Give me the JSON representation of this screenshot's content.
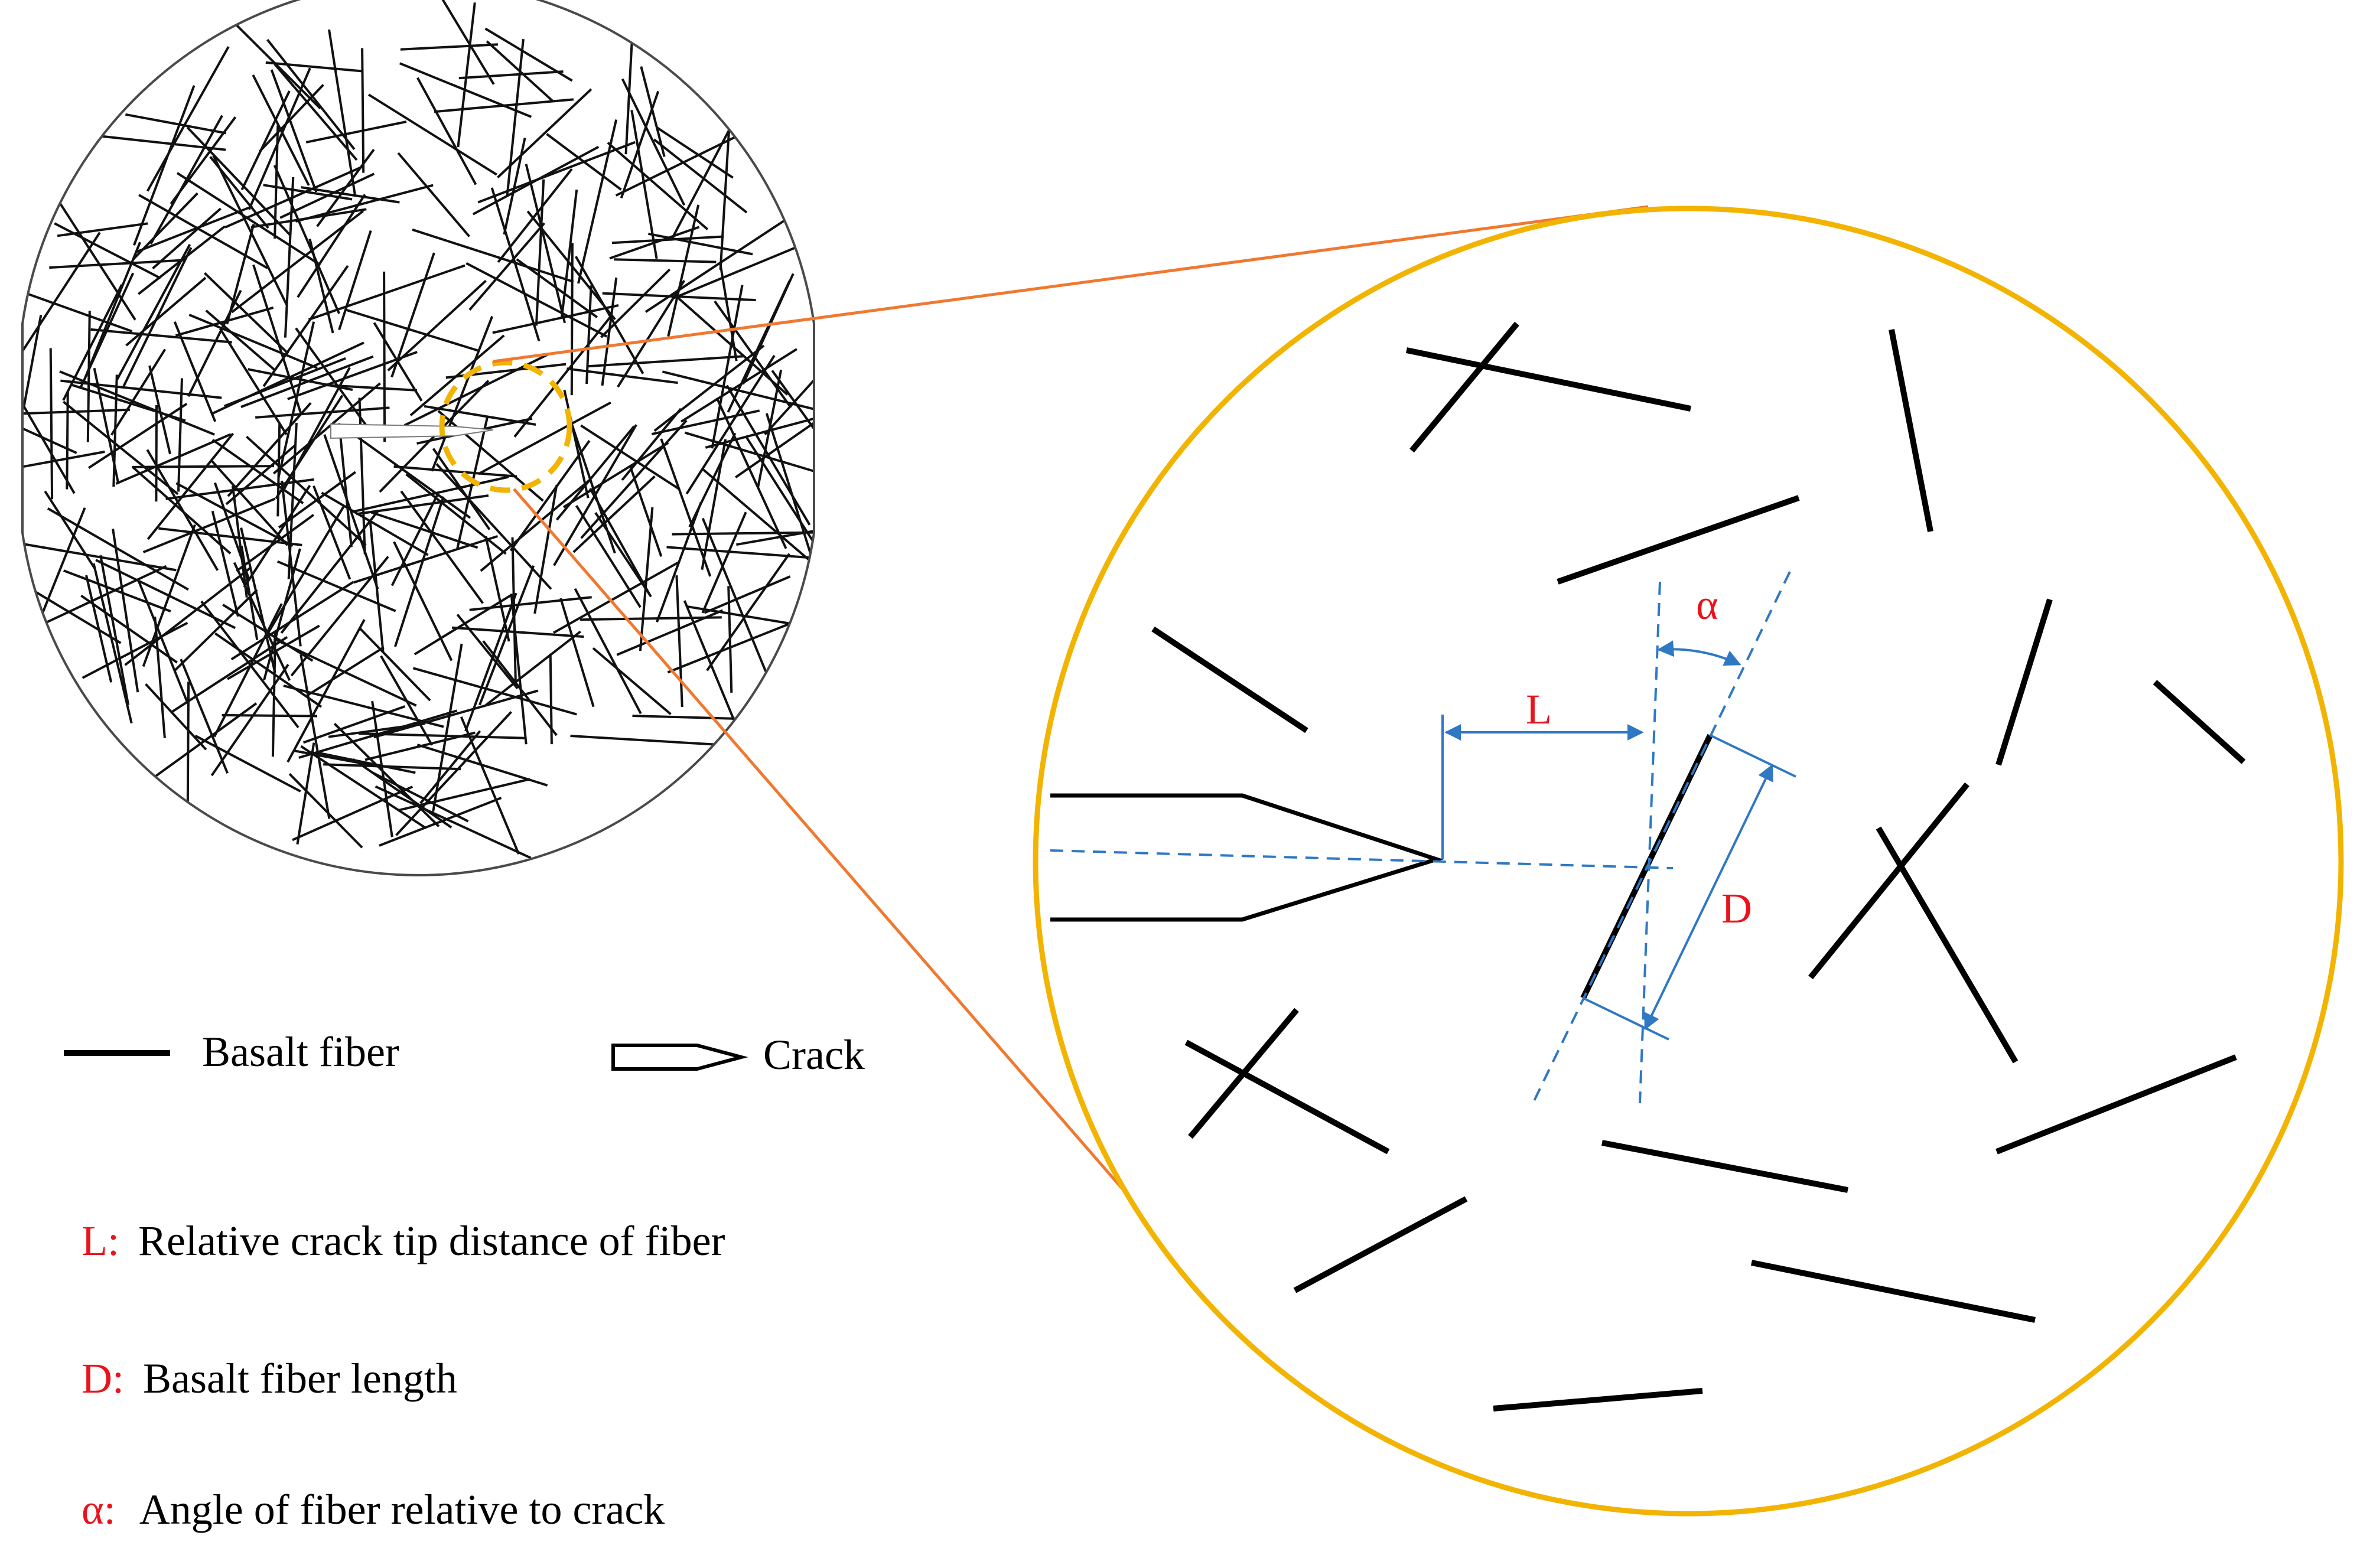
{
  "colors": {
    "fiber": "#000000",
    "outline": "#4a4a4a",
    "zoom_ring": "#f2b400",
    "connector": "#f07830",
    "dimension": "#2f78c4",
    "symbol": "#e8141c",
    "text": "#000000"
  },
  "dimension_labels": {
    "L": "L",
    "D": "D",
    "alpha": "α"
  },
  "legend": {
    "fiber_label": "Basalt fiber",
    "crack_label": "Crack"
  },
  "definitions": [
    {
      "symbol": "L:",
      "text": "Relative crack tip distance of fiber"
    },
    {
      "symbol": "D:",
      "text": "Basalt fiber length"
    },
    {
      "symbol": "α:",
      "text": "Angle of fiber relative to crack"
    }
  ]
}
